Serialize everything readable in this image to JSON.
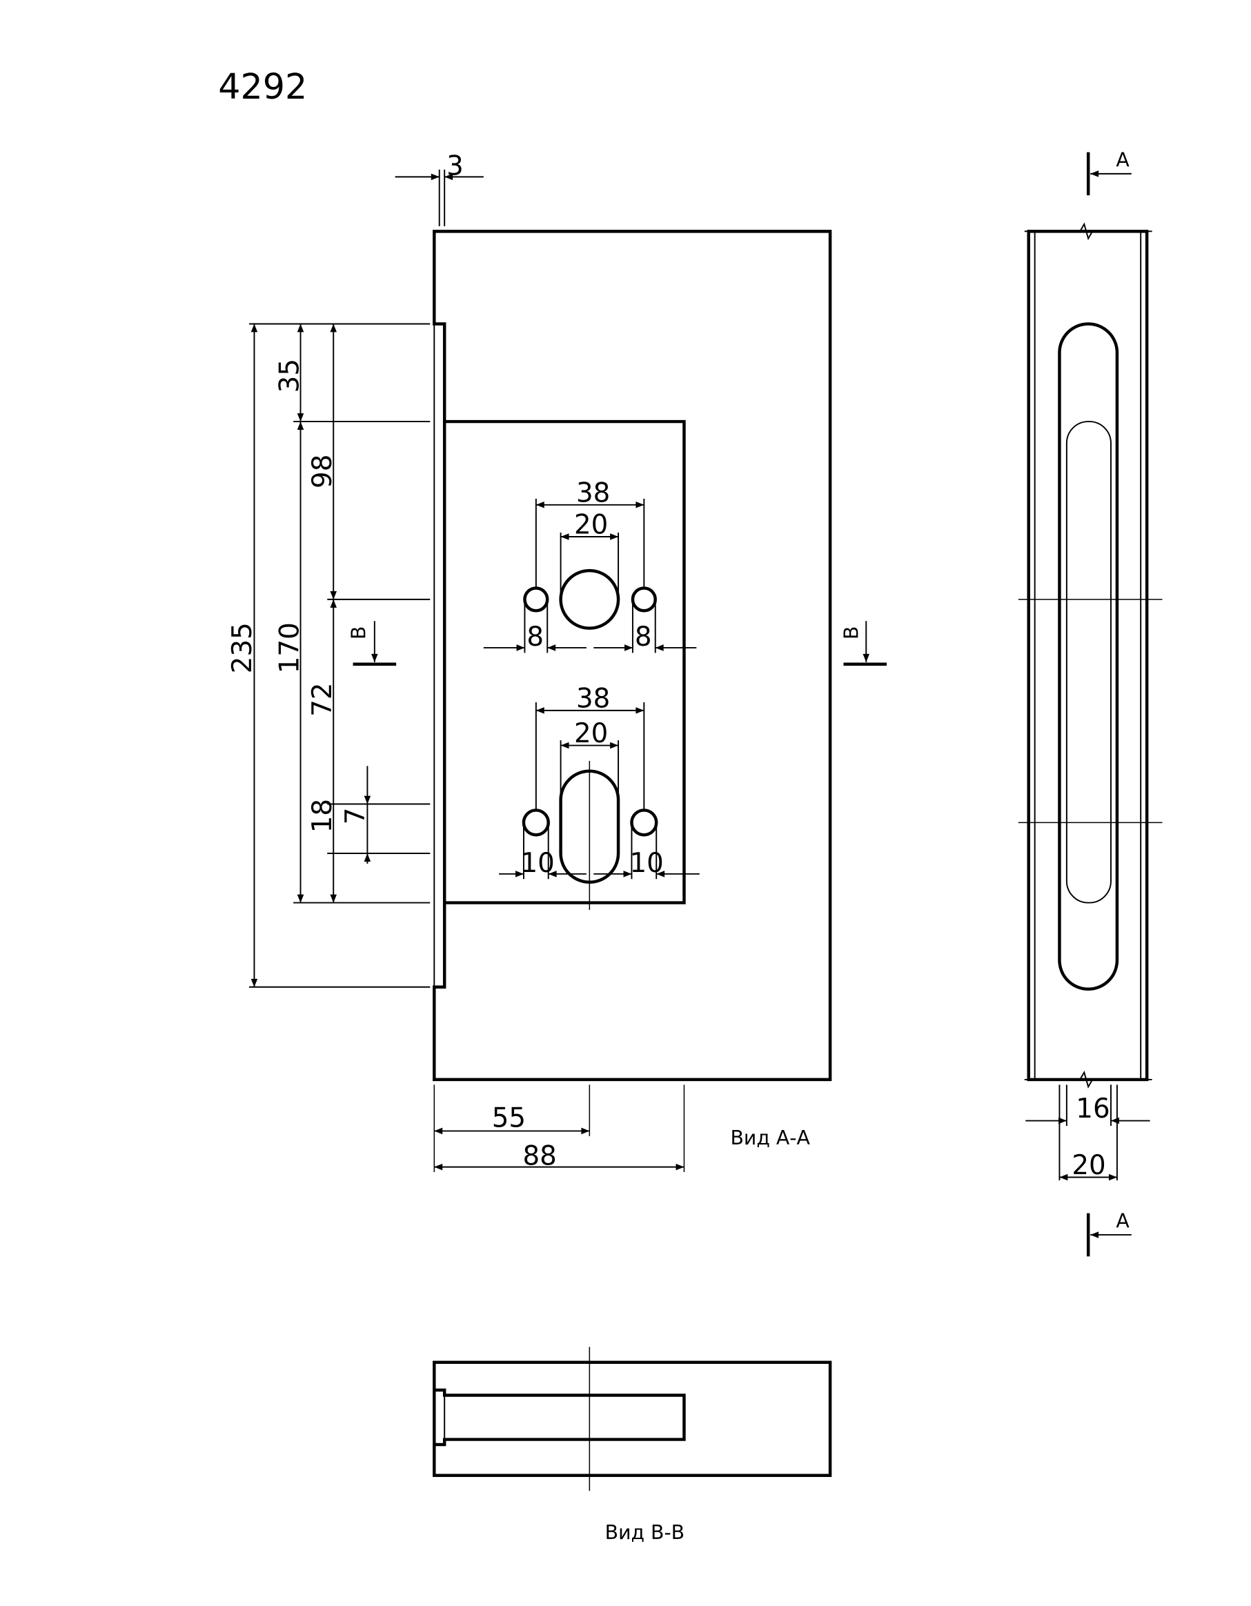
{
  "drawing": {
    "number": "4292",
    "view_a_label": "Вид А-А",
    "view_b_label": "Вид В-В",
    "section_a": "A",
    "section_b": "B"
  },
  "dimensions": {
    "plate_step": "3",
    "top_offset": "35",
    "to_upper_center": "98",
    "plate_length": "235",
    "case_height": "170",
    "center_distance": "72",
    "lower_span": "18",
    "lower_offset": "7",
    "upper_spacing": "38",
    "upper_hole": "20",
    "upper_small_left": "8",
    "upper_small_right": "8",
    "lower_spacing": "38",
    "lower_slot": "20",
    "lower_small_left": "10",
    "lower_small_right": "10",
    "backset": "55",
    "case_depth": "88",
    "slot_width": "16",
    "plate_width": "20"
  }
}
